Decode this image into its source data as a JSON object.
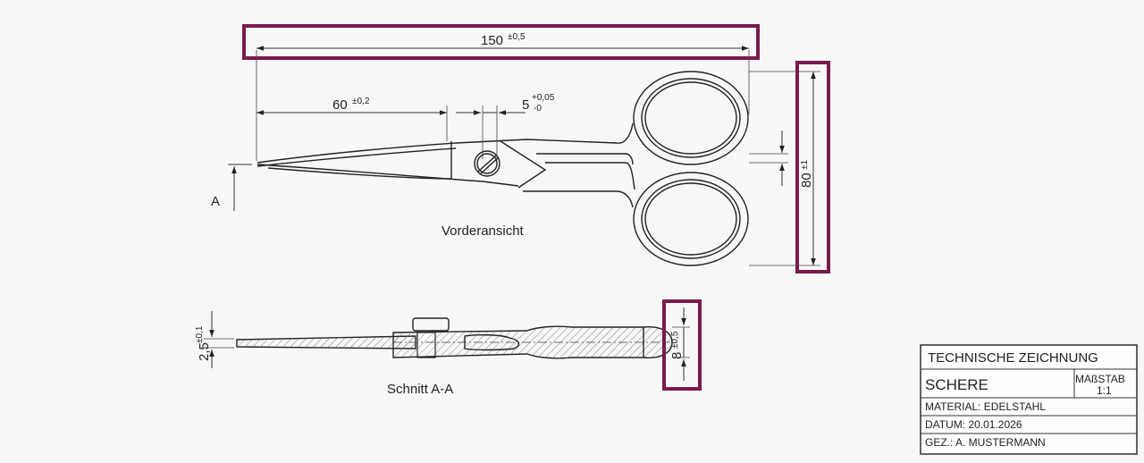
{
  "dimensions": {
    "length_total": {
      "value": "150",
      "tolerance": "±0,5"
    },
    "blade_length": {
      "value": "60",
      "tolerance": "±0,2"
    },
    "pivot_width": {
      "value": "5",
      "tol_upper": "+0,05",
      "tol_lower": "-0"
    },
    "height_total": {
      "value": "80",
      "tolerance": "±1"
    },
    "thickness_blade": {
      "value": "2,5",
      "tolerance": "±0,1"
    },
    "thickness_handle": {
      "value": "8",
      "tolerance": "±0,5"
    }
  },
  "labels": {
    "section_marker": "A",
    "front_view": "Vorderansicht",
    "section_view": "Schnitt A-A"
  },
  "title_block": {
    "heading": "TECHNISCHE ZEICHNUNG",
    "part_name": "SCHERE",
    "scale_label": "MAßSTAB",
    "scale_value": "1:1",
    "material": "MATERIAL: EDELSTAHL",
    "date": "DATUM: 20.01.2026",
    "drawn_by": "GEZ.: A. MUSTERMANN"
  },
  "colors": {
    "highlight": "#7a1a4a",
    "line": "#222222",
    "background": "#f7f7f7"
  }
}
